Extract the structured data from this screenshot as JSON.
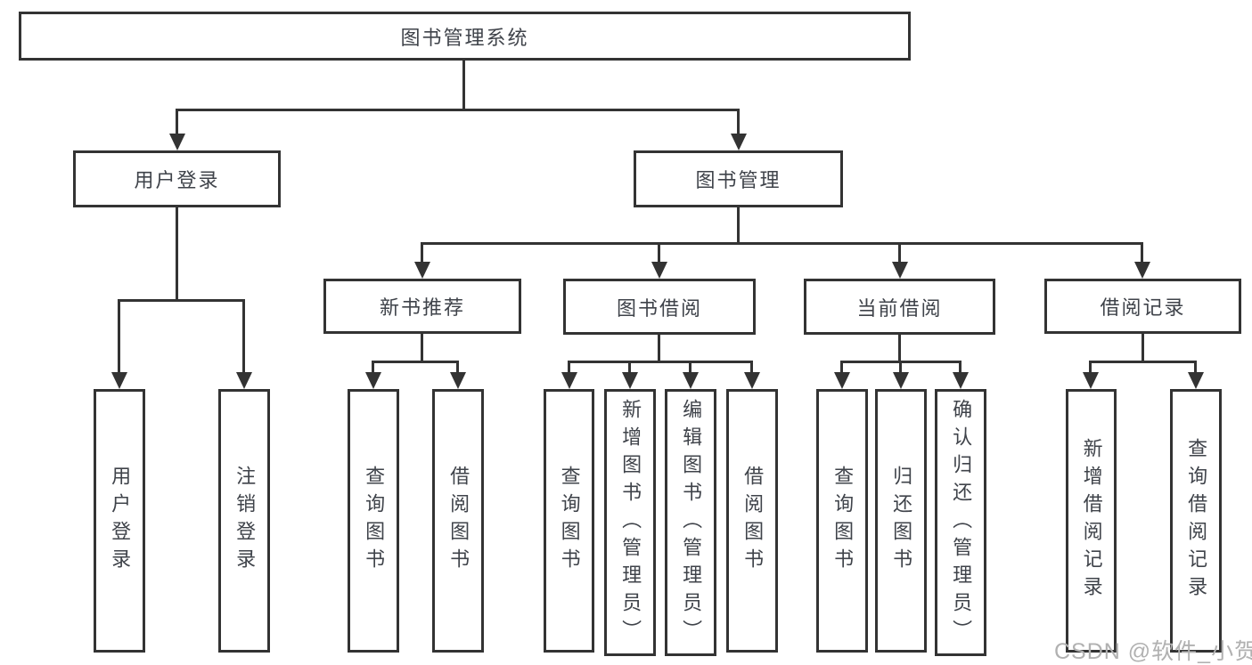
{
  "diagram": {
    "title": "图书管理系统",
    "level2": {
      "user_login": "用户登录",
      "book_management": "图书管理"
    },
    "level3": {
      "new_books": "新书推荐",
      "book_borrow": "图书借阅",
      "current_borrow": "当前借阅",
      "borrow_records": "借阅记录"
    },
    "user_login_children": [
      "用户登录",
      "注销登录"
    ],
    "new_books_children": [
      "查询图书",
      "借阅图书"
    ],
    "book_borrow_children": [
      "查询图书",
      "新增图书（管理员）",
      "编辑图书（管理员）",
      "借阅图书"
    ],
    "current_borrow_children": [
      "查询图书",
      "归还图书",
      "确认归还（管理员）"
    ],
    "borrow_records_children": [
      "新增借阅记录",
      "查询借阅记录"
    ],
    "watermark": "CSDN @软件_小贺同学",
    "colors": {
      "line": "#333333",
      "text": "#3f434a",
      "watermark": "#b1b1b1",
      "background": "#ffffff"
    }
  }
}
